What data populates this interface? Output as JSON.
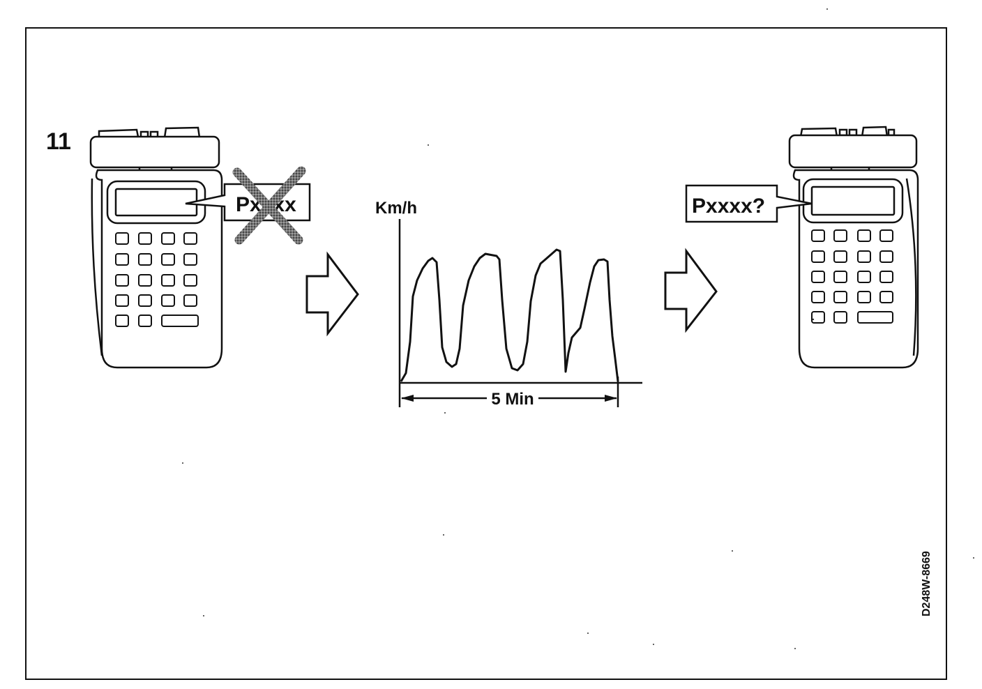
{
  "step_number": "11",
  "left_device": {
    "callout_text": "Pxxxx",
    "crossed_out": true
  },
  "right_device": {
    "callout_text": "Pxxxx?"
  },
  "speed_graph": {
    "y_axis_label": "Km/h",
    "duration_label": "5 Min"
  },
  "figure_code": "D248W-8669"
}
